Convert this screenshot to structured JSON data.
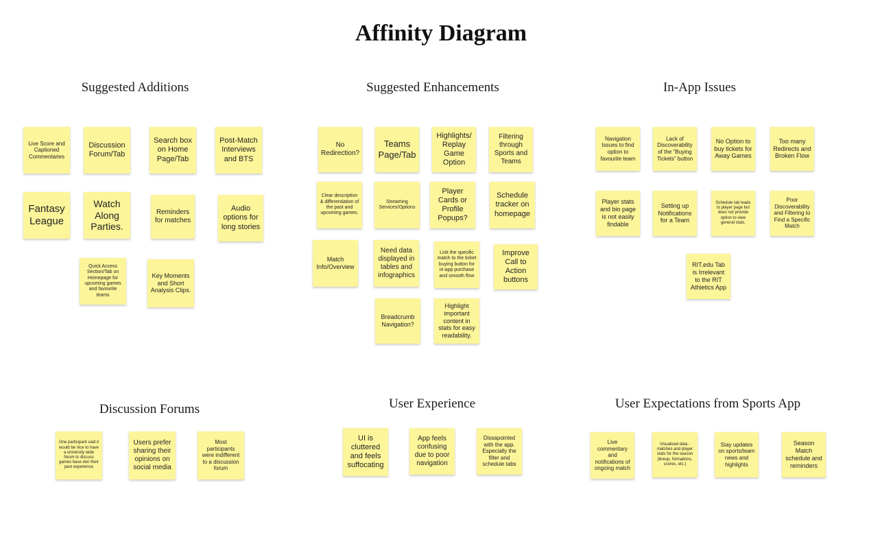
{
  "title": "Affinity Diagram",
  "groups": [
    {
      "title": "Suggested Additions",
      "notes": [
        "Live Score and Captioned Commentaries",
        "Discussion Forum/Tab",
        "Search box on Home Page/Tab",
        "Post-Match Interviews and BTS",
        "Fantasy League",
        "Watch Along Parties.",
        "Reminders for matches",
        "Audio options for long stories",
        "Quick Access Section/Tab on Homepage for upcoming games and favourite teams",
        "Key Moments and Short Analysis Clips."
      ]
    },
    {
      "title": "Suggested Enhancements",
      "notes": [
        "No Redirection?",
        "Teams Page/Tab",
        "Highlights/ Replay Game Option",
        "Filtering through Sports and Teams",
        "Clear description & differentiation of the past and upcoming games.",
        "Streaming Services/Options",
        "Player Cards or Profile Popups?",
        "Schedule tracker on homepage",
        "Match Info/Overview",
        "Need data displayed in tables and infographics",
        "Link the specific match to the ticket buying button for in-app purchase and smooth flow",
        "Improve Call to Action buttons",
        "Breadcrumb Navigation?",
        "Highlight important content in stats for easy readability."
      ]
    },
    {
      "title": "In-App Issues",
      "notes": [
        "Navigation Issues to find option to favourite team",
        "Lack of Discoverability of the \"Buying Tickets\" button",
        "No Option to buy tickets for Away Games",
        "Too many Redirects and Broken Flow",
        "Player stats and bio page is not easily findable",
        "Setting up Notifications for a Team",
        "Schedule tab leads to player page but does not provide option to view general stats.",
        "Poor Discoverability and Filtering to Find a Specific Match",
        "RIT.edu Tab is Irrelevant to the RIT Athletics App"
      ]
    },
    {
      "title": "Discussion Forums",
      "notes": [
        "One participant said it would be nice to have a university wide forum to discuss games base don their past experience",
        "Users prefer sharing their opinions on social media",
        "Most participants were indifferent to a discussion forum"
      ]
    },
    {
      "title": "User Experience",
      "notes": [
        "UI is cluttered and feels suffocating",
        "App feels confusing due to poor navigation",
        "Dissapointed with the app. Especially the filter and schedule tabs"
      ]
    },
    {
      "title": "User Expectations from Sports App",
      "notes": [
        "Live commentary and notifications of ongoing match",
        "Visualised data - matches and player stats for the season (lineup, formations, scores, etc.)",
        "Stay updates on sports/team news and highlights",
        "Season Match schedule and reminders"
      ]
    }
  ],
  "colors": {
    "note": "#fdf59a",
    "text": "#222222",
    "background": "#ffffff"
  }
}
